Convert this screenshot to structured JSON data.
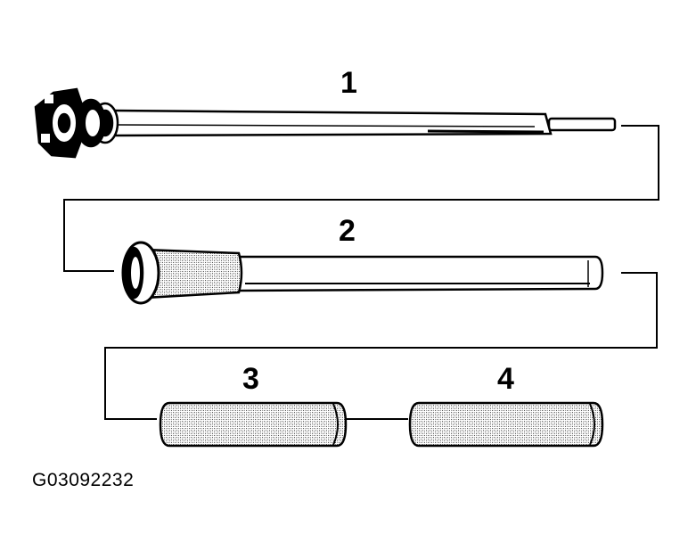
{
  "diagram": {
    "parts": [
      {
        "label": "1"
      },
      {
        "label": "2"
      },
      {
        "label": "3"
      },
      {
        "label": "4"
      }
    ],
    "figure_code": "G03092232"
  }
}
